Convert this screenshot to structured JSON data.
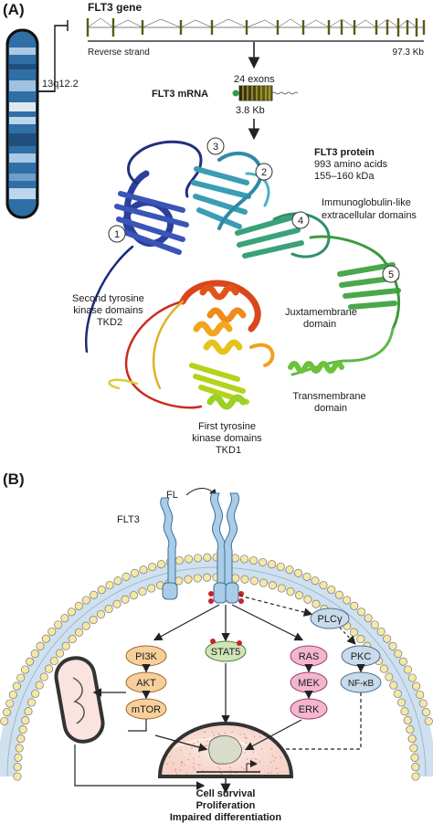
{
  "panel_a": {
    "label": "(A)",
    "chromosome_band": "13q12.2",
    "gene_title": "FLT3 gene",
    "strand": "Reverse strand",
    "gene_length": "97.3 Kb",
    "mrna_title": "FLT3 mRNA",
    "exons": "24 exons",
    "mrna_length": "3.8 Kb",
    "protein_title": "FLT3 protein",
    "amino_acids": "993 amino acids",
    "mass": "155–160 kDa",
    "ig_domains": [
      "Immunoglobulin-like",
      "extracellular domains"
    ],
    "domain_numbers": [
      "1",
      "2",
      "3",
      "4",
      "5"
    ],
    "tkd2": [
      "Second tyrosine",
      "kinase domains",
      "TKD2"
    ],
    "juxtamembrane": [
      "Juxtamembrane",
      "domain"
    ],
    "transmembrane": [
      "Transmembrane",
      "domain"
    ],
    "tkd1": [
      "First tyrosine",
      "kinase domains",
      "TKD1"
    ]
  },
  "panel_b": {
    "label": "(B)",
    "ligand": "FL",
    "receptor": "FLT3",
    "nodes": {
      "pi3k": "PI3K",
      "akt": "AKT",
      "mtor": "mTOR",
      "stat5": "STAT5",
      "ras": "RAS",
      "mek": "MEK",
      "erk": "ERK",
      "plcg": "PLCγ",
      "pkc": "PKC",
      "nfkb": "NF-κB"
    },
    "outcomes": [
      "Cell survival",
      "Proliferation",
      "Impaired differentiation"
    ]
  },
  "colors": {
    "chromosome": "#2f6fa6",
    "receptor": "#a9cde8",
    "membrane_head": "#f6e7a6",
    "membrane_fill": "#dbe9f4",
    "pi3k_path": "#f7cf9c",
    "stat5": "#cfe5b8",
    "ras_path": "#f3b6cf",
    "plc_path": "#c9daea",
    "phospho": "#c8232b"
  }
}
